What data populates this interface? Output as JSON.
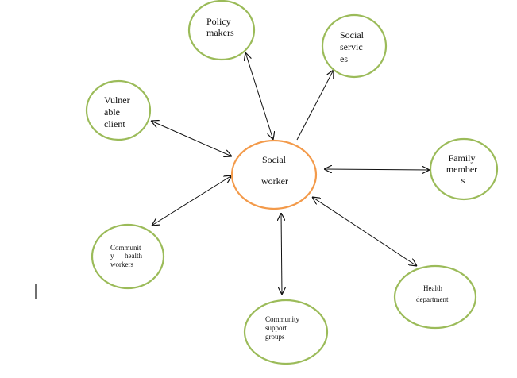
{
  "diagram": {
    "colors": {
      "center": "#f39a4a",
      "node": "#9bbb59",
      "arrow": "#111111"
    },
    "center": {
      "lines": [
        "Social",
        "worker"
      ]
    },
    "nodes": {
      "policy": {
        "lines": [
          "Policy",
          "makers"
        ]
      },
      "services": {
        "lines": [
          "Social",
          "servic",
          "es"
        ]
      },
      "vulnerable": {
        "lines": [
          "Vulner",
          "able",
          "client"
        ]
      },
      "family": {
        "lines": [
          "Family",
          "member",
          "s"
        ]
      },
      "chw": {
        "lines": [
          "Communit",
          "y      health",
          "workers"
        ]
      },
      "health": {
        "lines": [
          "Health",
          "department"
        ]
      },
      "support": {
        "lines": [
          "Community",
          "support",
          "groups"
        ]
      }
    }
  }
}
